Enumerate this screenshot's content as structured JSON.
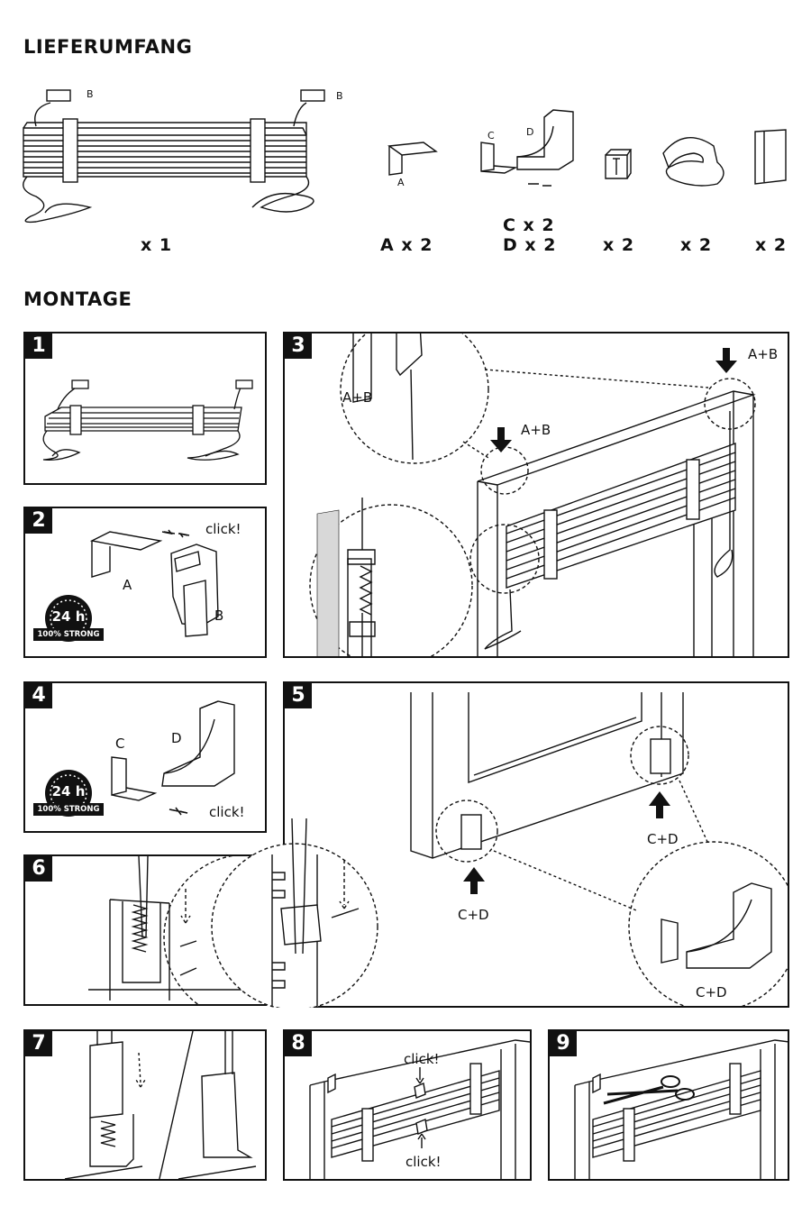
{
  "sections": {
    "scope_title": "LIEFERUMFANG",
    "mounting_title": "MONTAGE"
  },
  "scope": {
    "labels": {
      "blind_b_left": "B",
      "blind_b_right": "B",
      "part_a": "A",
      "part_c": "C",
      "part_d": "D"
    },
    "quantities": {
      "blind": "x 1",
      "part_a": "A x 2",
      "part_c": "C x 2",
      "part_d": "D x 2",
      "clip": "x 2",
      "hook": "x 2",
      "cap": "x 2"
    }
  },
  "steps": [
    {
      "number": "1"
    },
    {
      "number": "2",
      "label_a": "A",
      "label_b": "B",
      "click": "click!",
      "badge_hours": "24 h",
      "badge_text": "100% STRONG"
    },
    {
      "number": "3",
      "label_zoom": "A+B",
      "label_left": "A+B",
      "label_right": "A+B"
    },
    {
      "number": "4",
      "label_c": "C",
      "label_d": "D",
      "click": "click!",
      "badge_hours": "24 h",
      "badge_text": "100% STRONG"
    },
    {
      "number": "5",
      "label_left": "C+D",
      "label_right": "C+D",
      "label_zoom": "C+D"
    },
    {
      "number": "6"
    },
    {
      "number": "7"
    },
    {
      "number": "8",
      "click_top": "click!",
      "click_bottom": "click!"
    },
    {
      "number": "9"
    }
  ],
  "colors": {
    "ink": "#111111",
    "paper": "#ffffff",
    "shade": "#d8d8d8"
  },
  "icons": [
    "arrow-down-icon",
    "arrow-up-icon",
    "click-arrows-icon",
    "scissors-icon",
    "strength-badge-icon"
  ]
}
